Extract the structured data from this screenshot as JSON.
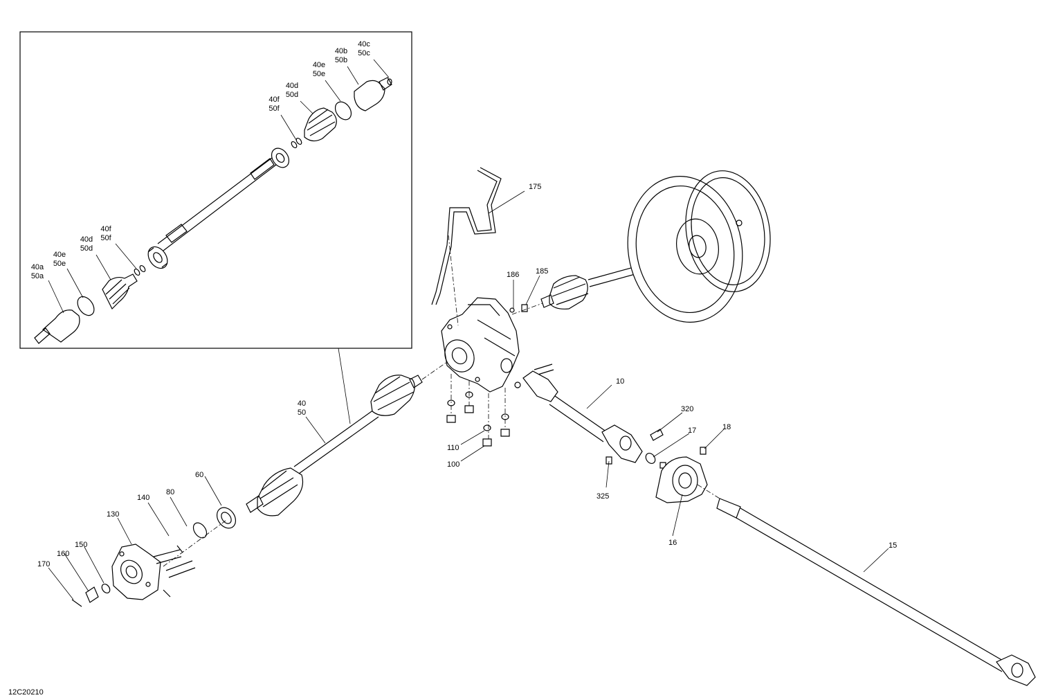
{
  "figure_id": "12C20210",
  "callouts": {
    "c40a": [
      "40a",
      "50a"
    ],
    "c40e_in": [
      "40e",
      "50e"
    ],
    "c40d_in": [
      "40d",
      "50d"
    ],
    "c40f_in": [
      "40f",
      "50f"
    ],
    "c40f_out": [
      "40f",
      "50f"
    ],
    "c40d_out": [
      "40d",
      "50d"
    ],
    "c40e_out": [
      "40e",
      "50e"
    ],
    "c40b": [
      "40b",
      "50b"
    ],
    "c40c": [
      "40c",
      "50c"
    ],
    "c40": [
      "40",
      "50"
    ],
    "c175": [
      "175"
    ],
    "c186": [
      "186"
    ],
    "c185": [
      "185"
    ],
    "c10": [
      "10"
    ],
    "c320": [
      "320"
    ],
    "c17": [
      "17"
    ],
    "c18": [
      "18"
    ],
    "c325": [
      "325"
    ],
    "c16": [
      "16"
    ],
    "c15": [
      "15"
    ],
    "c110": [
      "110"
    ],
    "c100": [
      "100"
    ],
    "c60": [
      "60"
    ],
    "c80": [
      "80"
    ],
    "c140": [
      "140"
    ],
    "c130": [
      "130"
    ],
    "c150": [
      "150"
    ],
    "c160": [
      "160"
    ],
    "c170": [
      "170"
    ]
  }
}
